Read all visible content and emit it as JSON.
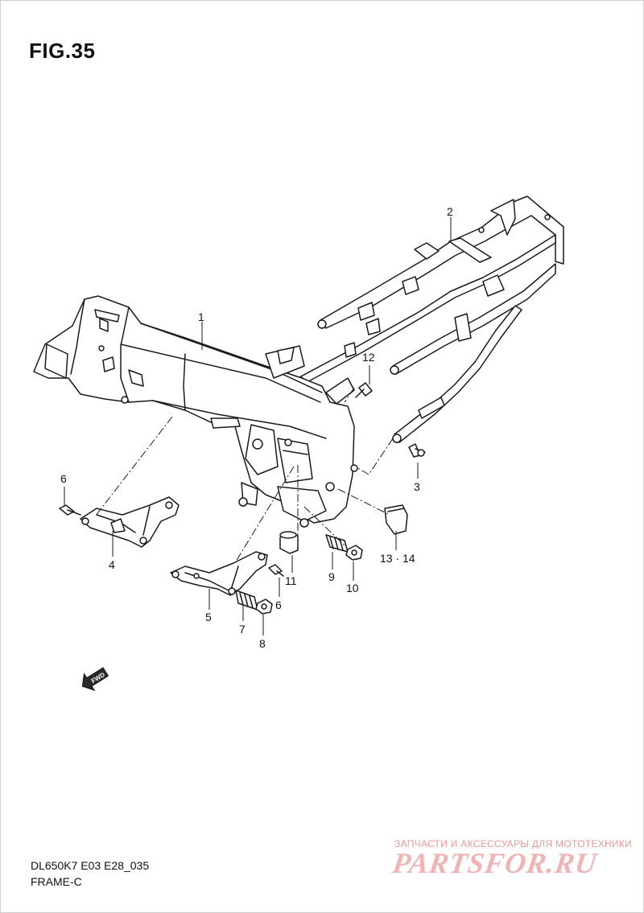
{
  "figure": {
    "title": "FIG.35"
  },
  "footer": {
    "model_code": "DL650K7 E03 E28_035",
    "section_name": "FRAME-C"
  },
  "fwd_arrow": {
    "label": "FWD",
    "icon": "forward-arrow-icon"
  },
  "watermark": {
    "tagline": "ЗАПЧАСТИ И АКСЕССУАРЫ ДЛЯ МОТОТЕХНИКИ",
    "logo": "PARTSFOR.RU",
    "color": "#f0b4b4"
  },
  "callouts": {
    "c1": "1",
    "c2": "2",
    "c3": "3",
    "c4": "4",
    "c5": "5",
    "c6a": "6",
    "c6b": "6",
    "c7": "7",
    "c8": "8",
    "c9": "9",
    "c10": "10",
    "c11": "11",
    "c12": "12",
    "c1314": "13 · 14"
  }
}
